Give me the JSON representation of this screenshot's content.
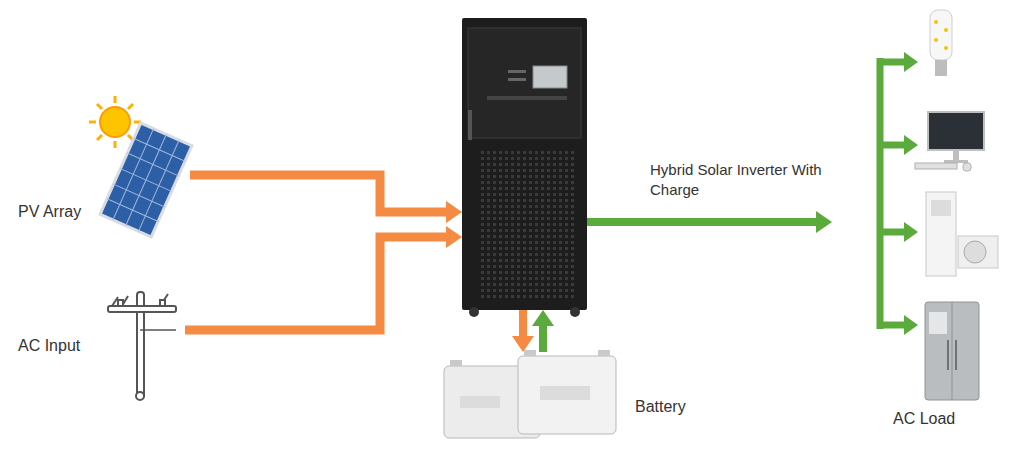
{
  "diagram": {
    "nodes": [
      {
        "text": [
          "PV Array"
        ]
      },
      {
        "text": [
          "AC Input"
        ]
      },
      {
        "text": []
      },
      {
        "text": [
          "Battery"
        ]
      },
      {
        "text": [
          "AC Load"
        ]
      }
    ],
    "edges": [
      {
        "from": 0,
        "to": 2,
        "arrow": "to"
      },
      {
        "from": 1,
        "to": 2,
        "arrow": "to"
      },
      {
        "from": 2,
        "to": 4,
        "arrow": "to",
        "label": "Hybrid Solar Inverter With Charge"
      },
      {
        "from": 2,
        "to": 3,
        "arrow": "to"
      },
      {
        "from": 3,
        "to": 2,
        "arrow": "to"
      }
    ]
  }
}
